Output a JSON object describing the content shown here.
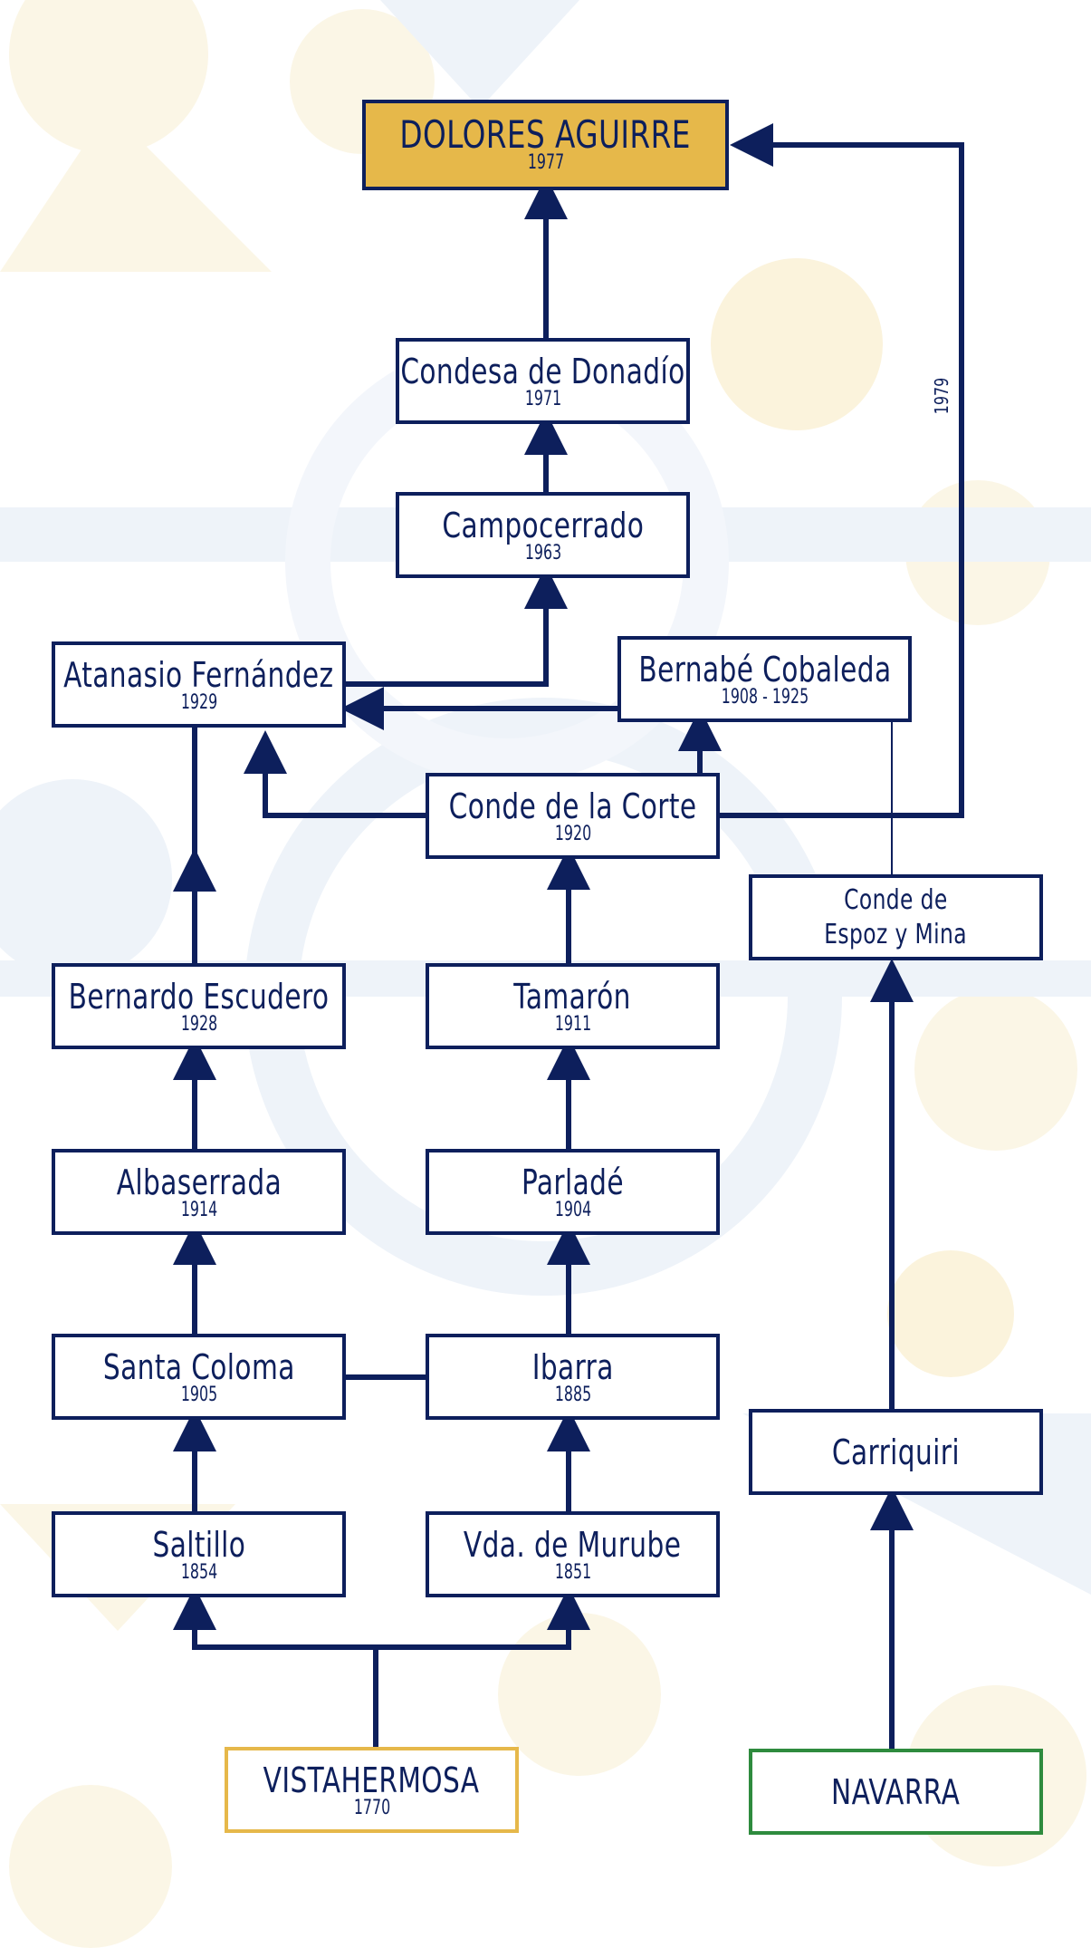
{
  "nodes": {
    "dolores_aguirre": {
      "name": "DOLORES AGUIRRE",
      "year": "1977"
    },
    "condesa_donadio": {
      "name": "Condesa de Donadío",
      "year": "1971"
    },
    "campocerrado": {
      "name": "Campocerrado",
      "year": "1963"
    },
    "atanasio_fernandez": {
      "name": "Atanasio Fernández",
      "year": "1929"
    },
    "bernabe_cobaleda": {
      "name": "Bernabé Cobaleda",
      "year": "1908 - 1925"
    },
    "conde_corte": {
      "name": "Conde de la Corte",
      "year": "1920"
    },
    "conde_espoz_line1": "Conde de",
    "conde_espoz_line2": "Espoz y Mina",
    "bernardo_escudero": {
      "name": "Bernardo Escudero",
      "year": "1928"
    },
    "tamaron": {
      "name": "Tamarón",
      "year": "1911"
    },
    "albaserrada": {
      "name": "Albaserrada",
      "year": "1914"
    },
    "parlade": {
      "name": "Parladé",
      "year": "1904"
    },
    "santa_coloma": {
      "name": "Santa Coloma",
      "year": "1905"
    },
    "ibarra": {
      "name": "Ibarra",
      "year": "1885"
    },
    "carriquiri": {
      "name": "Carriquiri"
    },
    "saltillo": {
      "name": "Saltillo",
      "year": "1854"
    },
    "vda_murube": {
      "name": "Vda. de Murube",
      "year": "1851"
    },
    "vistahermosa": {
      "name": "VISTAHERMOSA",
      "year": "1770"
    },
    "navarra": {
      "name": "NAVARRA"
    }
  },
  "edge_labels": {
    "navarra_to_dolores": "1979"
  },
  "colors": {
    "line": "#0d1f5c",
    "gold": "#e6b84a",
    "green": "#2e8b3e",
    "bg_blue": "#dde7f3",
    "bg_cream": "#fbf3dc"
  }
}
